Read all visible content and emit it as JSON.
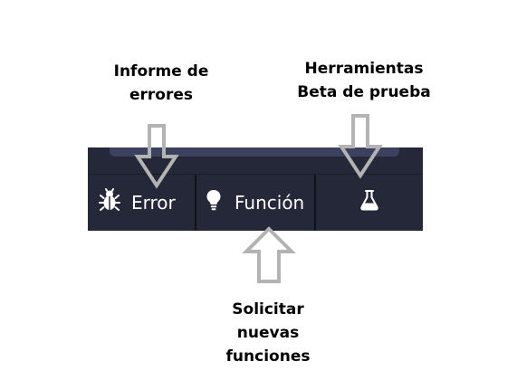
{
  "annotations": {
    "bug_report": [
      "Informe de",
      "errores"
    ],
    "beta_tools": [
      "Herramientas",
      "Beta de prueba"
    ],
    "feature_request": [
      "Solicitar",
      "nuevas",
      "funciones"
    ]
  },
  "toolbar": {
    "bug_label": "Error",
    "feature_label": "Función",
    "bug_icon": "bug-icon",
    "feature_icon": "lightbulb-icon",
    "beta_icon": "flask-icon"
  },
  "colors": {
    "toolbar_bg": "#252839",
    "toolbar_accent": "#3d4160",
    "arrow_fill": "#ffffff",
    "arrow_stroke": "#b3b3b3"
  }
}
